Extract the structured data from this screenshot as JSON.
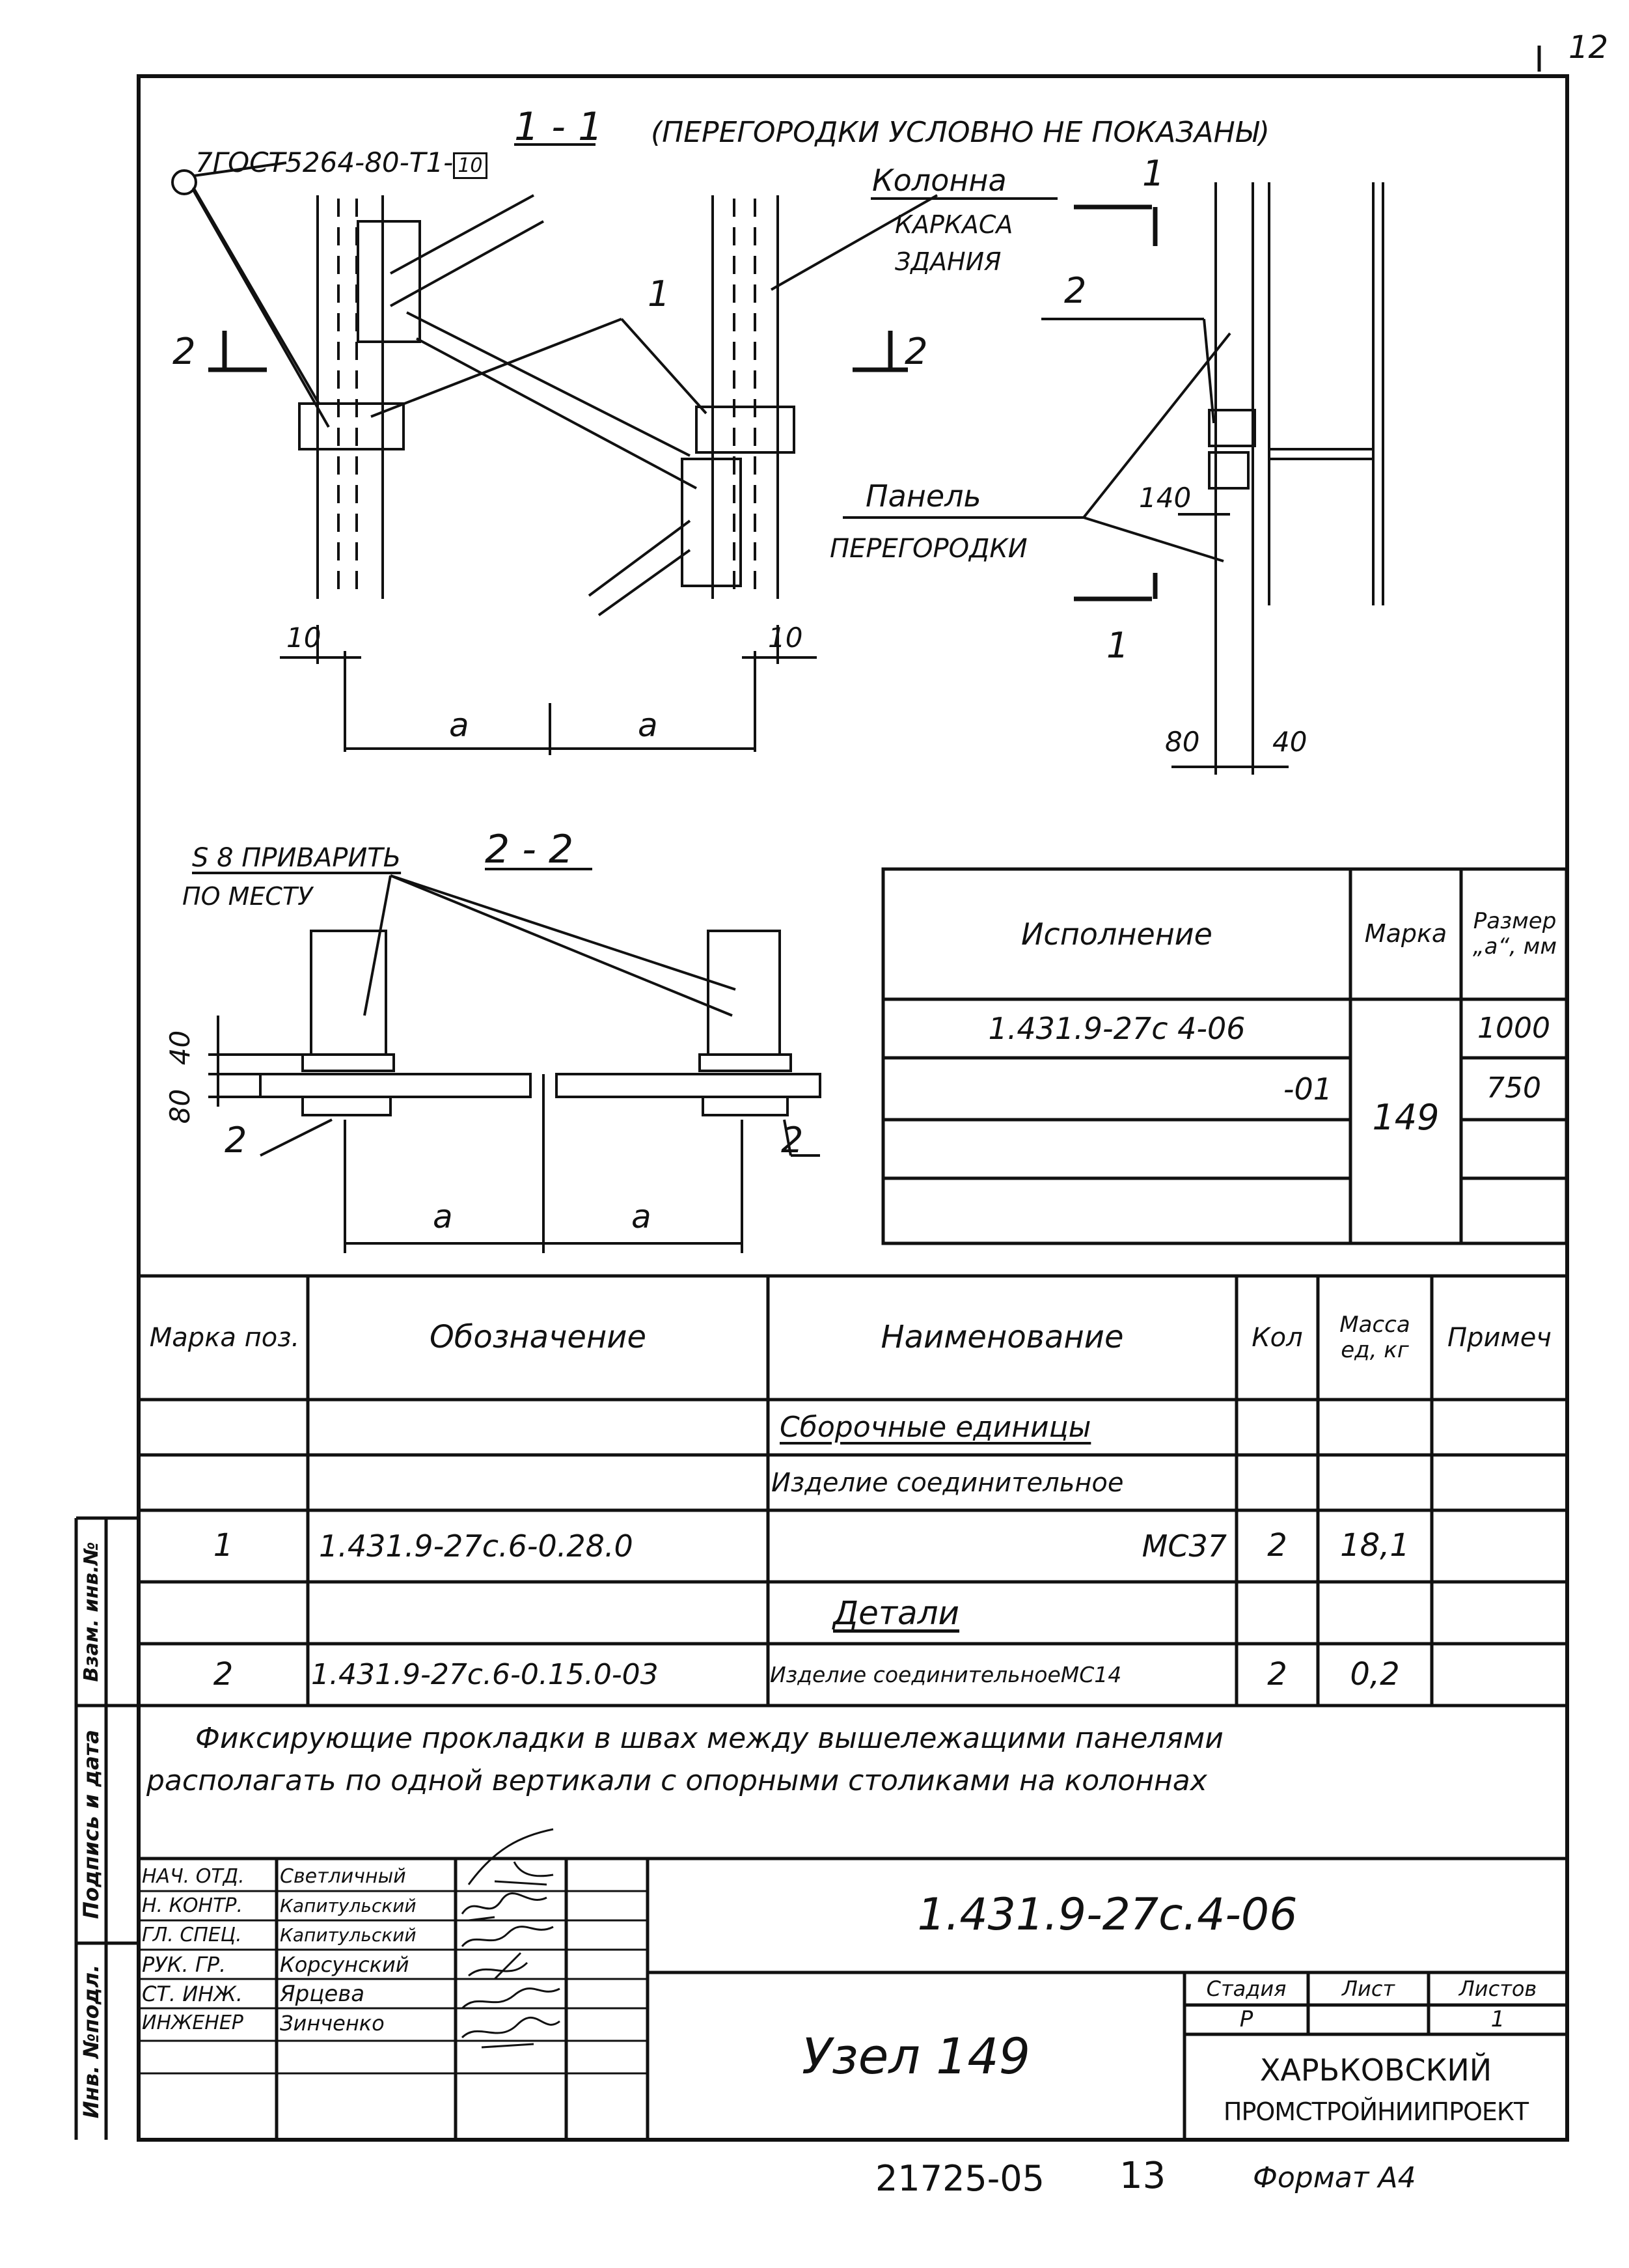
{
  "sheet": {
    "page_number": "12",
    "bottom_number": "21725-05",
    "bottom_page": "13",
    "format": "Формат А4"
  },
  "section_1_1": {
    "title": "1 - 1",
    "note": "(ПЕРЕГОРОДКИ УСЛОВНО НЕ ПОКАЗАНЫ)",
    "weld_ref": "7ГОСТ5264-80-Т1-",
    "weld_ref_box": "10",
    "column_label_1": "Колонна",
    "column_label_2": "КАРКАСА",
    "column_label_3": "ЗДАНИЯ",
    "pos1": "1",
    "pos2": "2",
    "panel_label_1": "Панель",
    "panel_label_2": "ПЕРЕГОРОДКИ",
    "cut_2_left": "2",
    "cut_2_right": "2",
    "cut_1_top": "1",
    "cut_1_bottom": "1",
    "dim_10_left": "10",
    "dim_10_right": "10",
    "dim_a_1": "a",
    "dim_a_2": "a",
    "dim_140": "140",
    "dim_80": "80",
    "dim_40": "40"
  },
  "section_2_2": {
    "title": "2 - 2",
    "weld_note_1": "S 8  ПРИВАРИТЬ",
    "weld_note_2": "ПО  МЕСТУ",
    "dim_40": "40",
    "dim_80": "80",
    "pos2_left": "2",
    "pos2_right": "2",
    "dim_a_1": "a",
    "dim_a_2": "a"
  },
  "execution_table": {
    "headers": [
      "Исполнение",
      "Марка",
      "Размер „а“, мм"
    ],
    "rows": [
      {
        "execution": "1.431.9-27с 4-06",
        "size": "1000"
      },
      {
        "execution": "-01",
        "size": "750"
      },
      {
        "execution": "",
        "size": ""
      },
      {
        "execution": "",
        "size": ""
      }
    ],
    "mark": "149"
  },
  "spec_table": {
    "headers": {
      "pos": "Марка поз.",
      "designation": "Обозначение",
      "name": "Наименование",
      "qty": "Кол",
      "mass": "Масса ед, кг",
      "note": "Примеч"
    },
    "rows": [
      {
        "pos": "",
        "designation": "",
        "name": "Сборочные единицы",
        "qty": "",
        "mass": "",
        "note": ""
      },
      {
        "pos": "",
        "designation": "",
        "name": "Изделие соединительное",
        "qty": "",
        "mass": "",
        "note": ""
      },
      {
        "pos": "1",
        "designation": "1.431.9-27с.6-0.28.0",
        "name": "МС37",
        "qty": "2",
        "mass": "18,1",
        "note": ""
      },
      {
        "pos": "",
        "designation": "",
        "name": "Детали",
        "qty": "",
        "mass": "",
        "note": ""
      },
      {
        "pos": "2",
        "designation": "1.431.9-27с.6-0.15.0-03",
        "name": "Изделие соединительноеМС14",
        "qty": "2",
        "mass": "0,2",
        "note": ""
      }
    ]
  },
  "note": {
    "line1": "Фиксирующие прокладки в швах между вышележащими панелями",
    "line2": "располагать по одной вертикали с опорными столиками на колоннах"
  },
  "title_block": {
    "document_code": "1.431.9-27с.4-06",
    "title": "Узел 149",
    "stage_label": "Стадия",
    "sheet_label": "Лист",
    "sheets_label": "Листов",
    "stage": "Р",
    "sheet": "",
    "sheets": "1",
    "org_1": "ХАРЬКОВСКИЙ",
    "org_2": "ПРОМСТРОЙНИИПРОЕКТ",
    "staff": [
      {
        "role": "НАЧ. ОТД.",
        "name": "Светличный"
      },
      {
        "role": "Н. КОНТР.",
        "name": "Капитульский"
      },
      {
        "role": "ГЛ. СПЕЦ.",
        "name": "Капитульский"
      },
      {
        "role": "РУК. ГР.",
        "name": "Корсунский"
      },
      {
        "role": "СТ. ИНЖ.",
        "name": "Ярцева"
      },
      {
        "role": "ИНЖЕНЕР",
        "name": "Зинченко"
      }
    ]
  },
  "side_stamp": {
    "inv_podl": "Инв. №подл.",
    "podpis": "Подпись и дата",
    "vzam": "Взам. инв.№"
  }
}
